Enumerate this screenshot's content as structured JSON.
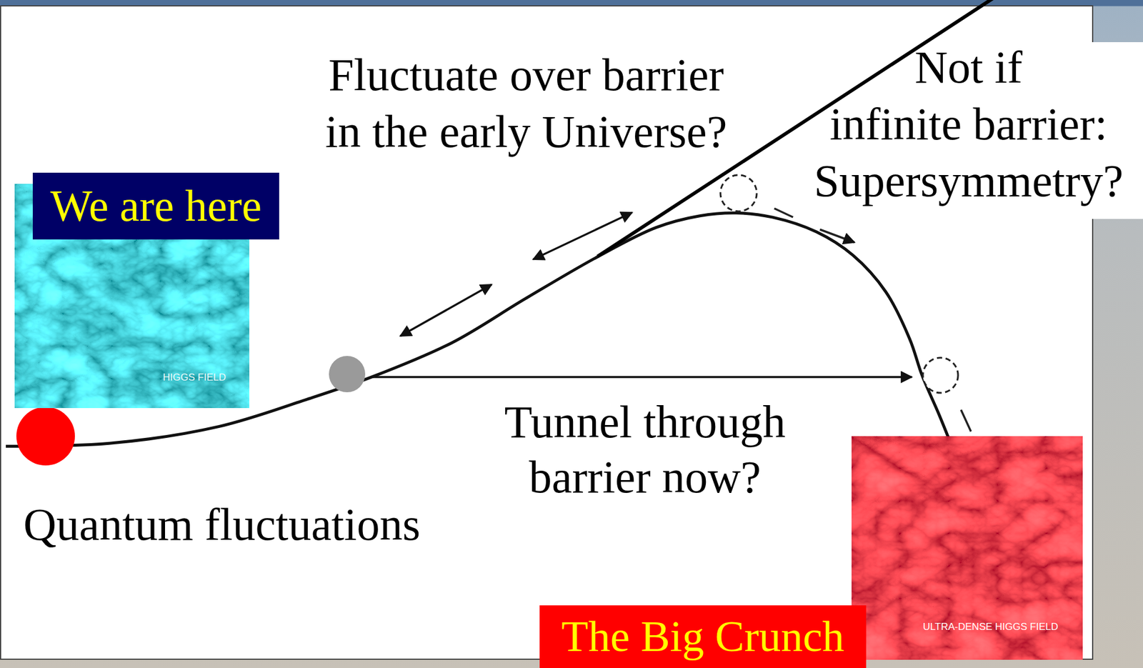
{
  "diagram": {
    "nodes": [
      {
        "text": [
          "We are here"
        ]
      },
      {
        "text": [
          "HIGGS FIELD"
        ]
      },
      {
        "text": [
          "ULTRA-DENSE HIGGS FIELD"
        ]
      },
      {
        "text": [
          "The Big Crunch"
        ]
      }
    ],
    "labels": [
      "Fluctuate over barrier in the early Universe?",
      "Not if infinite barrier: Supersymmetry?",
      "Tunnel through barrier now?",
      "Quantum fluctuations"
    ]
  }
}
